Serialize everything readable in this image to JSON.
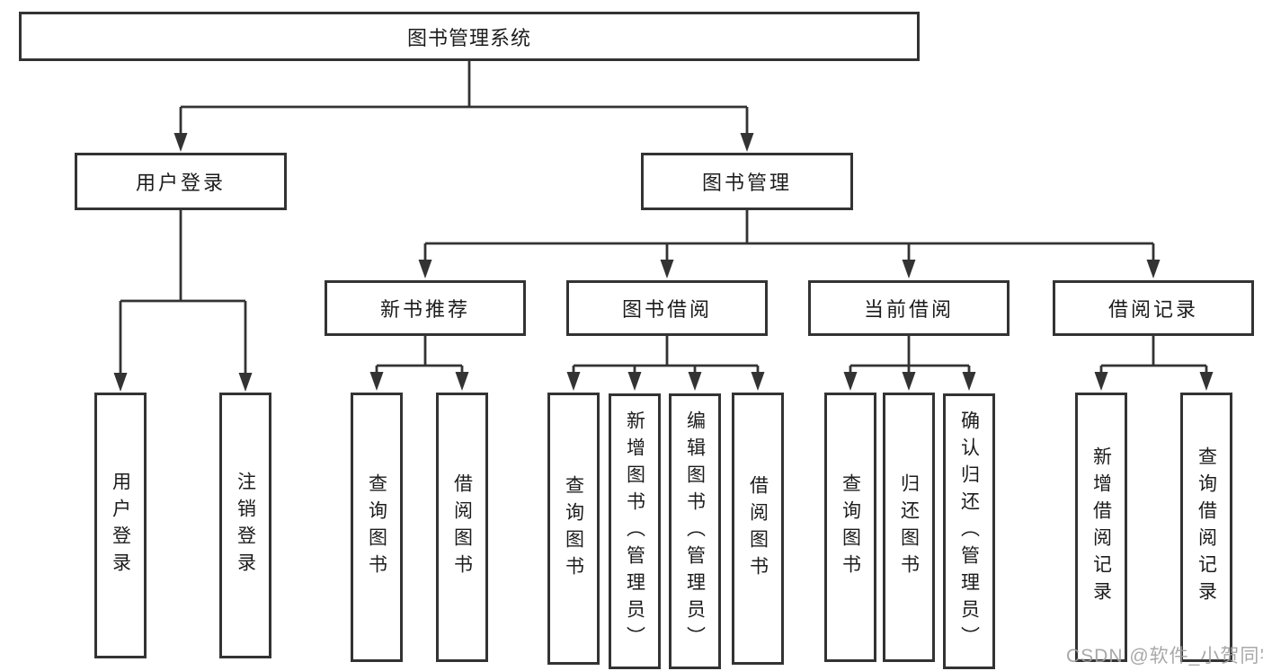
{
  "tree": {
    "label": "图书管理系统",
    "children": [
      {
        "label": "用户登录",
        "children": [
          {
            "label": "用户登录"
          },
          {
            "label": "注销登录"
          }
        ]
      },
      {
        "label": "图书管理",
        "children": [
          {
            "label": "新书推荐",
            "children": [
              {
                "label": "查询图书"
              },
              {
                "label": "借阅图书"
              }
            ]
          },
          {
            "label": "图书借阅",
            "children": [
              {
                "label": "查询图书"
              },
              {
                "label": "新增图书（管理员）"
              },
              {
                "label": "编辑图书（管理员）"
              },
              {
                "label": "借阅图书"
              }
            ]
          },
          {
            "label": "当前借阅",
            "children": [
              {
                "label": "查询图书"
              },
              {
                "label": "归还图书"
              },
              {
                "label": "确认归还（管理员）"
              }
            ]
          },
          {
            "label": "借阅记录",
            "children": [
              {
                "label": "新增借阅记录"
              },
              {
                "label": "查询借阅记录"
              }
            ]
          }
        ]
      }
    ]
  },
  "watermark": {
    "text": "CSDN @软件_小贺同学"
  },
  "colors": {
    "line": "#333333",
    "text": "#1c1c1c",
    "background": "#ffffff",
    "watermark": "#9e9e9e"
  }
}
